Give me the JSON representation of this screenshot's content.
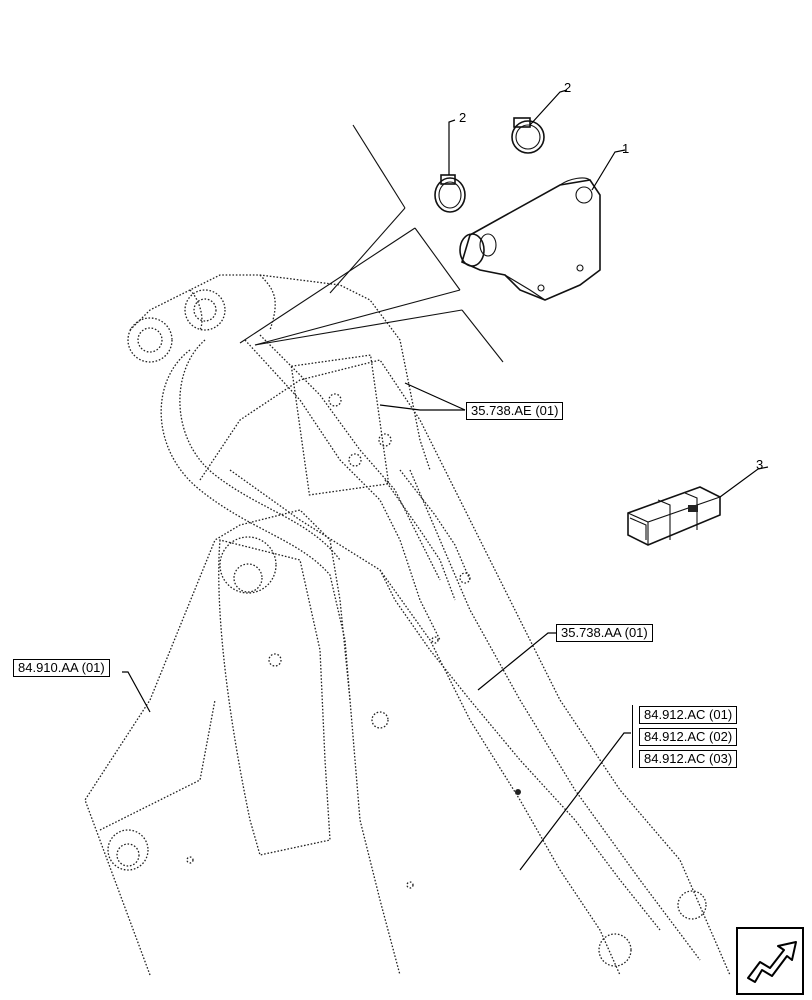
{
  "callouts": {
    "part_1": "1",
    "part_2a": "2",
    "part_2b": "2",
    "part_3": "3"
  },
  "references": {
    "hose_ref": "35.738.AE (01)",
    "tube_ref": "35.738.AA (01)",
    "frame_ref": "84.910.AA (01)",
    "arm_refs": [
      "84.912.AC (01)",
      "84.912.AC (02)",
      "84.912.AC (03)"
    ]
  },
  "nav_icon": "next-page-arrow-icon",
  "colors": {
    "line": "#222222",
    "background": "#ffffff"
  }
}
